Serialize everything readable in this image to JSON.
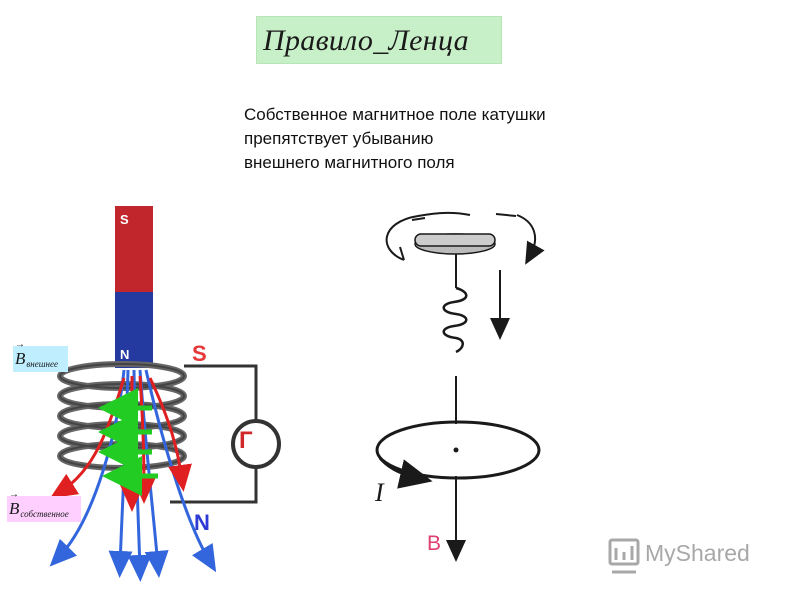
{
  "title": "Правило_Ленца",
  "description": {
    "line1": "Собственное магнитное поле катушки",
    "line2": "препятствует убыванию",
    "line3": "внешнего магнитного поля"
  },
  "magnet": {
    "top_pole": "S",
    "bottom_pole": "N",
    "top_color": "#c0262b",
    "bottom_color": "#243aa0"
  },
  "coil_poles": {
    "top": "S",
    "bottom": "N",
    "top_color": "#e63838",
    "bottom_color": "#2d3bd4"
  },
  "galvanometer_label": "Г",
  "field_labels": {
    "external": {
      "symbol": "B",
      "subscript": "внешнее"
    },
    "own": {
      "symbol": "B",
      "subscript": "собственное"
    }
  },
  "right_figure": {
    "current_label": "I",
    "field_label": "B"
  },
  "watermark": {
    "text": "MyShared"
  },
  "colors": {
    "external_field": "#3366dd",
    "induced_field": "#e02020",
    "own_field_arrows": "#22cc22"
  }
}
